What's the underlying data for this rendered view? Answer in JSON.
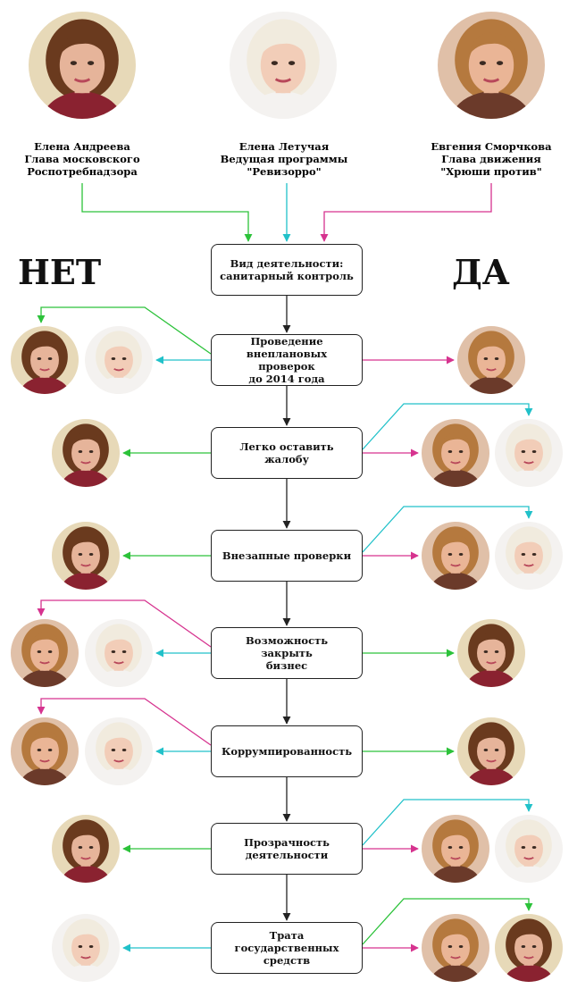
{
  "persons": [
    {
      "id": "andreeva",
      "label": "Елена Андреева\nГлава московского\nРоспотребнадзора",
      "color": "#2cc23a",
      "hair": "#6a3a1e",
      "skin": "#e6b49a",
      "bg": "#e7d9b8",
      "cloth": "#8a2230"
    },
    {
      "id": "letuchaya",
      "label": "Елена Летучая\nВедущая программы\n\"Ревизорро\"",
      "color": "#21c1c9",
      "hair": "#f1ebde",
      "skin": "#f2cdb8",
      "bg": "#f4f2f0",
      "cloth": "#f4f2f0"
    },
    {
      "id": "smorchkova",
      "label": "Евгения Сморчкова\nГлава движения\n\"Хрюши против\"",
      "color": "#d6338f",
      "hair": "#b5793e",
      "skin": "#eab596",
      "bg": "#e0c0a8",
      "cloth": "#6b3a2a"
    }
  ],
  "sides": {
    "no": "НЕТ",
    "yes": "ДА"
  },
  "steps": [
    {
      "label": "Вид деятельности:\nсанитарный контроль",
      "no": [],
      "yes": []
    },
    {
      "label": "Проведение\nвнеплановых проверок\nдо 2014 года",
      "no": [
        "andreeva",
        "letuchaya"
      ],
      "yes": [
        "smorchkova"
      ]
    },
    {
      "label": "Легко оставить жалобу",
      "no": [
        "andreeva"
      ],
      "yes": [
        "smorchkova",
        "letuchaya"
      ]
    },
    {
      "label": "Внезапные проверки",
      "no": [
        "andreeva"
      ],
      "yes": [
        "smorchkova",
        "letuchaya"
      ]
    },
    {
      "label": "Возможность закрыть\nбизнес",
      "no": [
        "smorchkova",
        "letuchaya"
      ],
      "yes": [
        "andreeva"
      ]
    },
    {
      "label": "Коррумпированность",
      "no": [
        "smorchkova",
        "letuchaya"
      ],
      "yes": [
        "andreeva"
      ]
    },
    {
      "label": "Прозрачность\nдеятельности",
      "no": [
        "andreeva"
      ],
      "yes": [
        "smorchkova",
        "letuchaya"
      ]
    },
    {
      "label": "Трата государственных\nсредств",
      "no": [
        "letuchaya"
      ],
      "yes": [
        "smorchkova",
        "andreeva"
      ]
    }
  ]
}
